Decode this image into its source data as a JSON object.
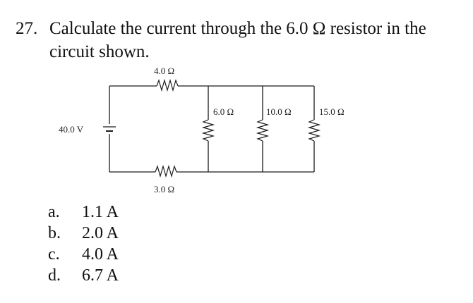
{
  "question": {
    "number": "27.",
    "text_line1": "Calculate the current through the 6.0 Ω resistor in the",
    "text_line2": "circuit shown."
  },
  "circuit": {
    "battery_label": "40.0 V",
    "top_resistor_label": "4.0 Ω",
    "bottom_resistor_label": "3.0 Ω",
    "branch_labels": [
      "6.0 Ω",
      "10.0 Ω",
      "15.0 Ω"
    ]
  },
  "choices": [
    {
      "letter": "a.",
      "text": "1.1 A"
    },
    {
      "letter": "b.",
      "text": "2.0 A"
    },
    {
      "letter": "c.",
      "text": "4.0 A"
    },
    {
      "letter": "d.",
      "text": "6.7 A"
    }
  ]
}
